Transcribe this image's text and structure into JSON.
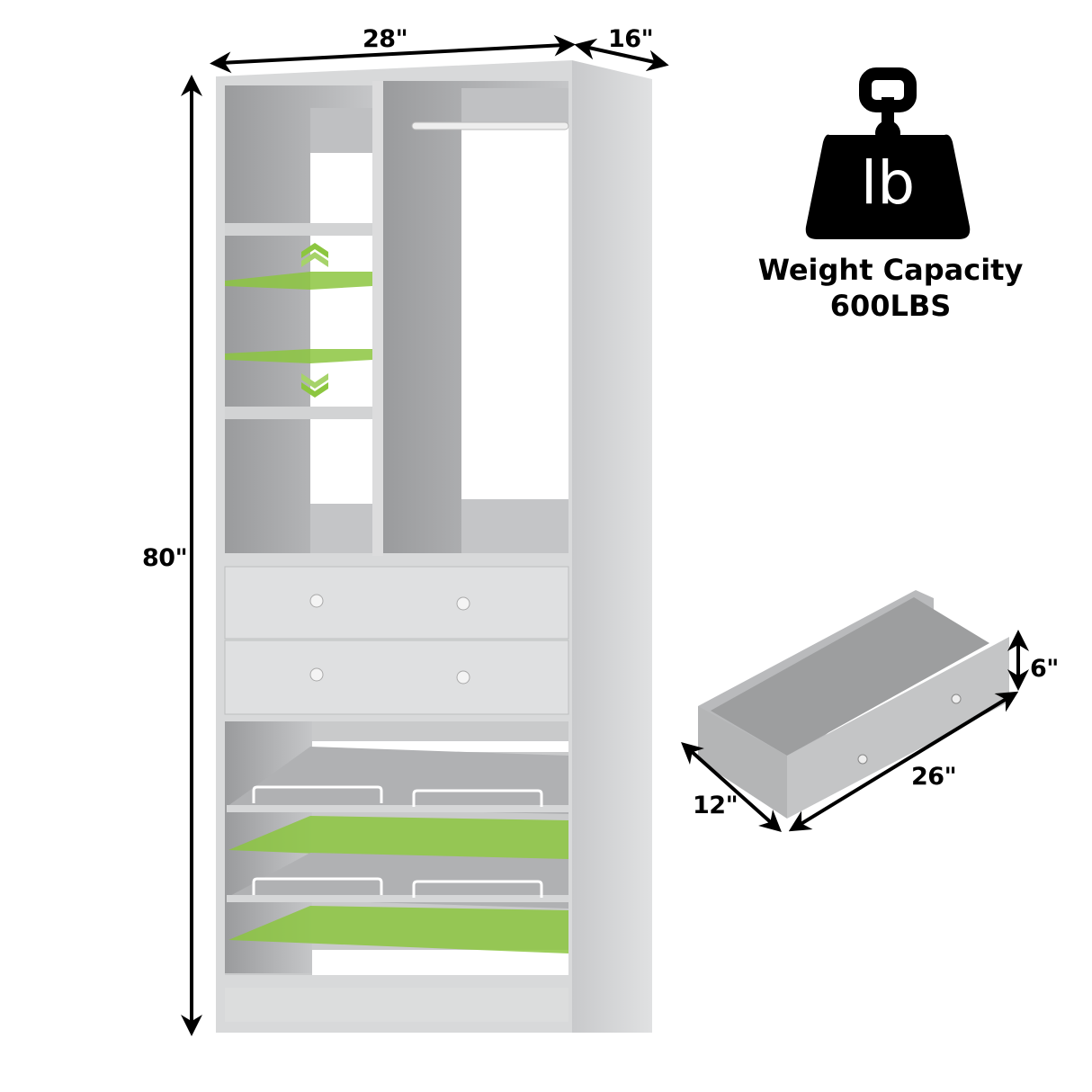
{
  "product": {
    "type": "closet organizer tower",
    "color": "#d3d3d3",
    "accent_color": "#8cc63f"
  },
  "dimensions": {
    "width": "28\"",
    "depth": "16\"",
    "height": "80\""
  },
  "weight_badge": {
    "icon": "weight-lb-icon",
    "icon_text": "lb",
    "title": "Weight Capacity",
    "value": "600LBS"
  },
  "drawer": {
    "height": "6\"",
    "width": "26\"",
    "depth": "12\""
  }
}
